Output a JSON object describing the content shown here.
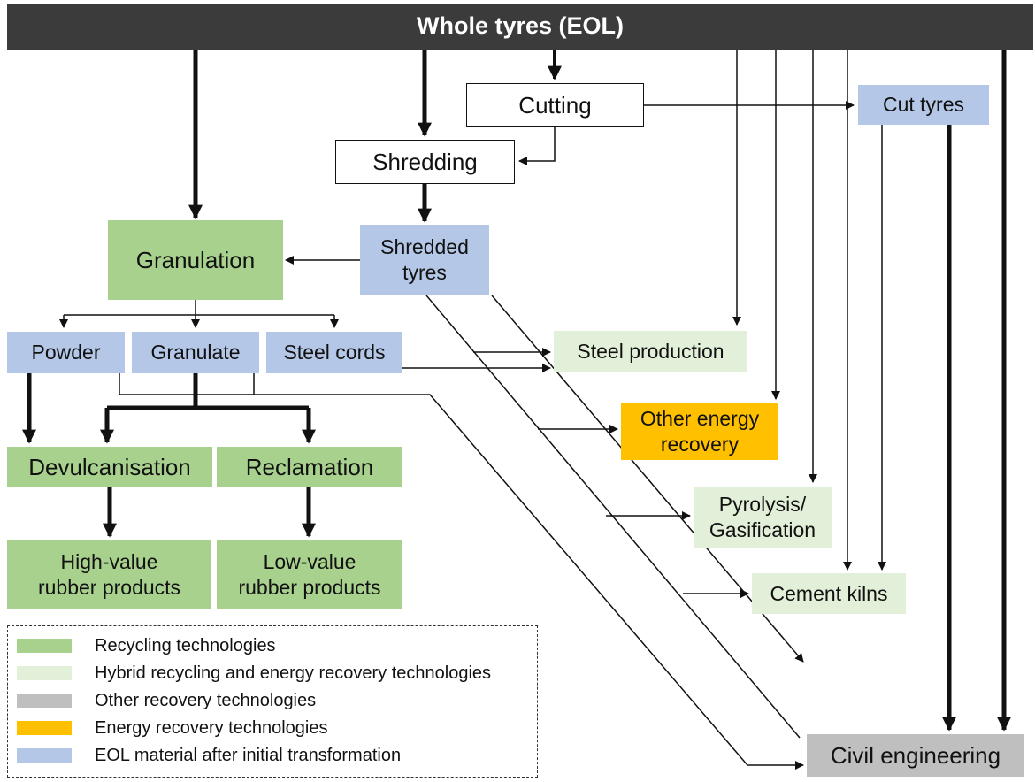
{
  "nodes": {
    "whole_tyres": "Whole tyres (EOL)",
    "cutting": "Cutting",
    "shredding": "Shredding",
    "cut_tyres": "Cut tyres",
    "granulation": "Granulation",
    "shredded_tyres": "Shredded\ntyres",
    "powder": "Powder",
    "granulate": "Granulate",
    "steel_cords": "Steel cords",
    "steel_production": "Steel production",
    "other_energy_recovery": "Other energy\nrecovery",
    "devulcanisation": "Devulcanisation",
    "reclamation": "Reclamation",
    "pyrolysis": "Pyrolysis/\nGasification",
    "high_value": "High-value\nrubber products",
    "low_value": "Low-value\nrubber products",
    "cement_kilns": "Cement kilns",
    "civil_engineering": "Civil engineering"
  },
  "legend": [
    {
      "label": "Recycling technologies",
      "color": "#a9d18e"
    },
    {
      "label": "Hybrid recycling and energy recovery technologies",
      "color": "#e2f0d9"
    },
    {
      "label": "Other recovery technologies",
      "color": "#bfbfbf"
    },
    {
      "label": "Energy recovery technologies",
      "color": "#ffc000"
    },
    {
      "label": "EOL material after initial transformation",
      "color": "#b4c7e7"
    }
  ]
}
